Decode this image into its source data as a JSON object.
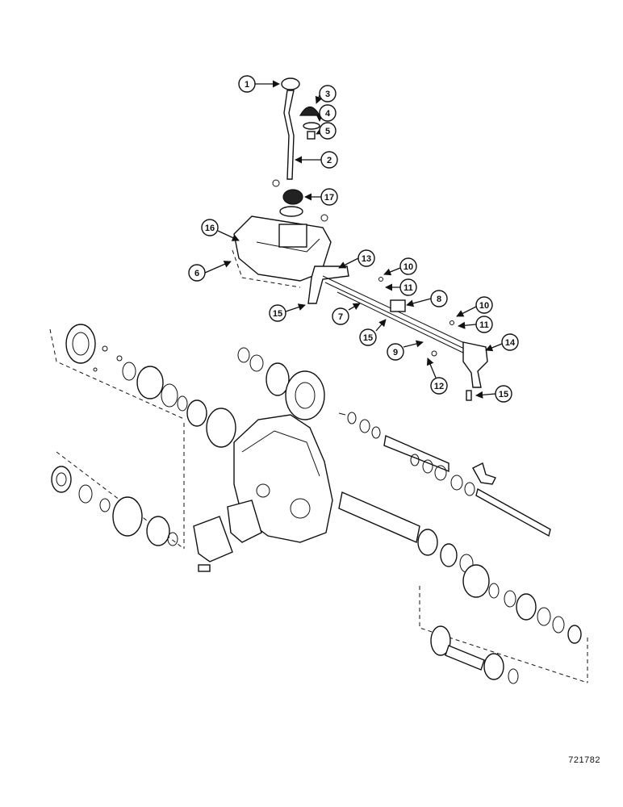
{
  "figure_number": "721782",
  "callouts": [
    "1",
    "2",
    "3",
    "4",
    "5",
    "6",
    "7",
    "8",
    "9",
    "10",
    "10",
    "11",
    "11",
    "12",
    "13",
    "14",
    "15",
    "15",
    "15",
    "16",
    "17"
  ]
}
